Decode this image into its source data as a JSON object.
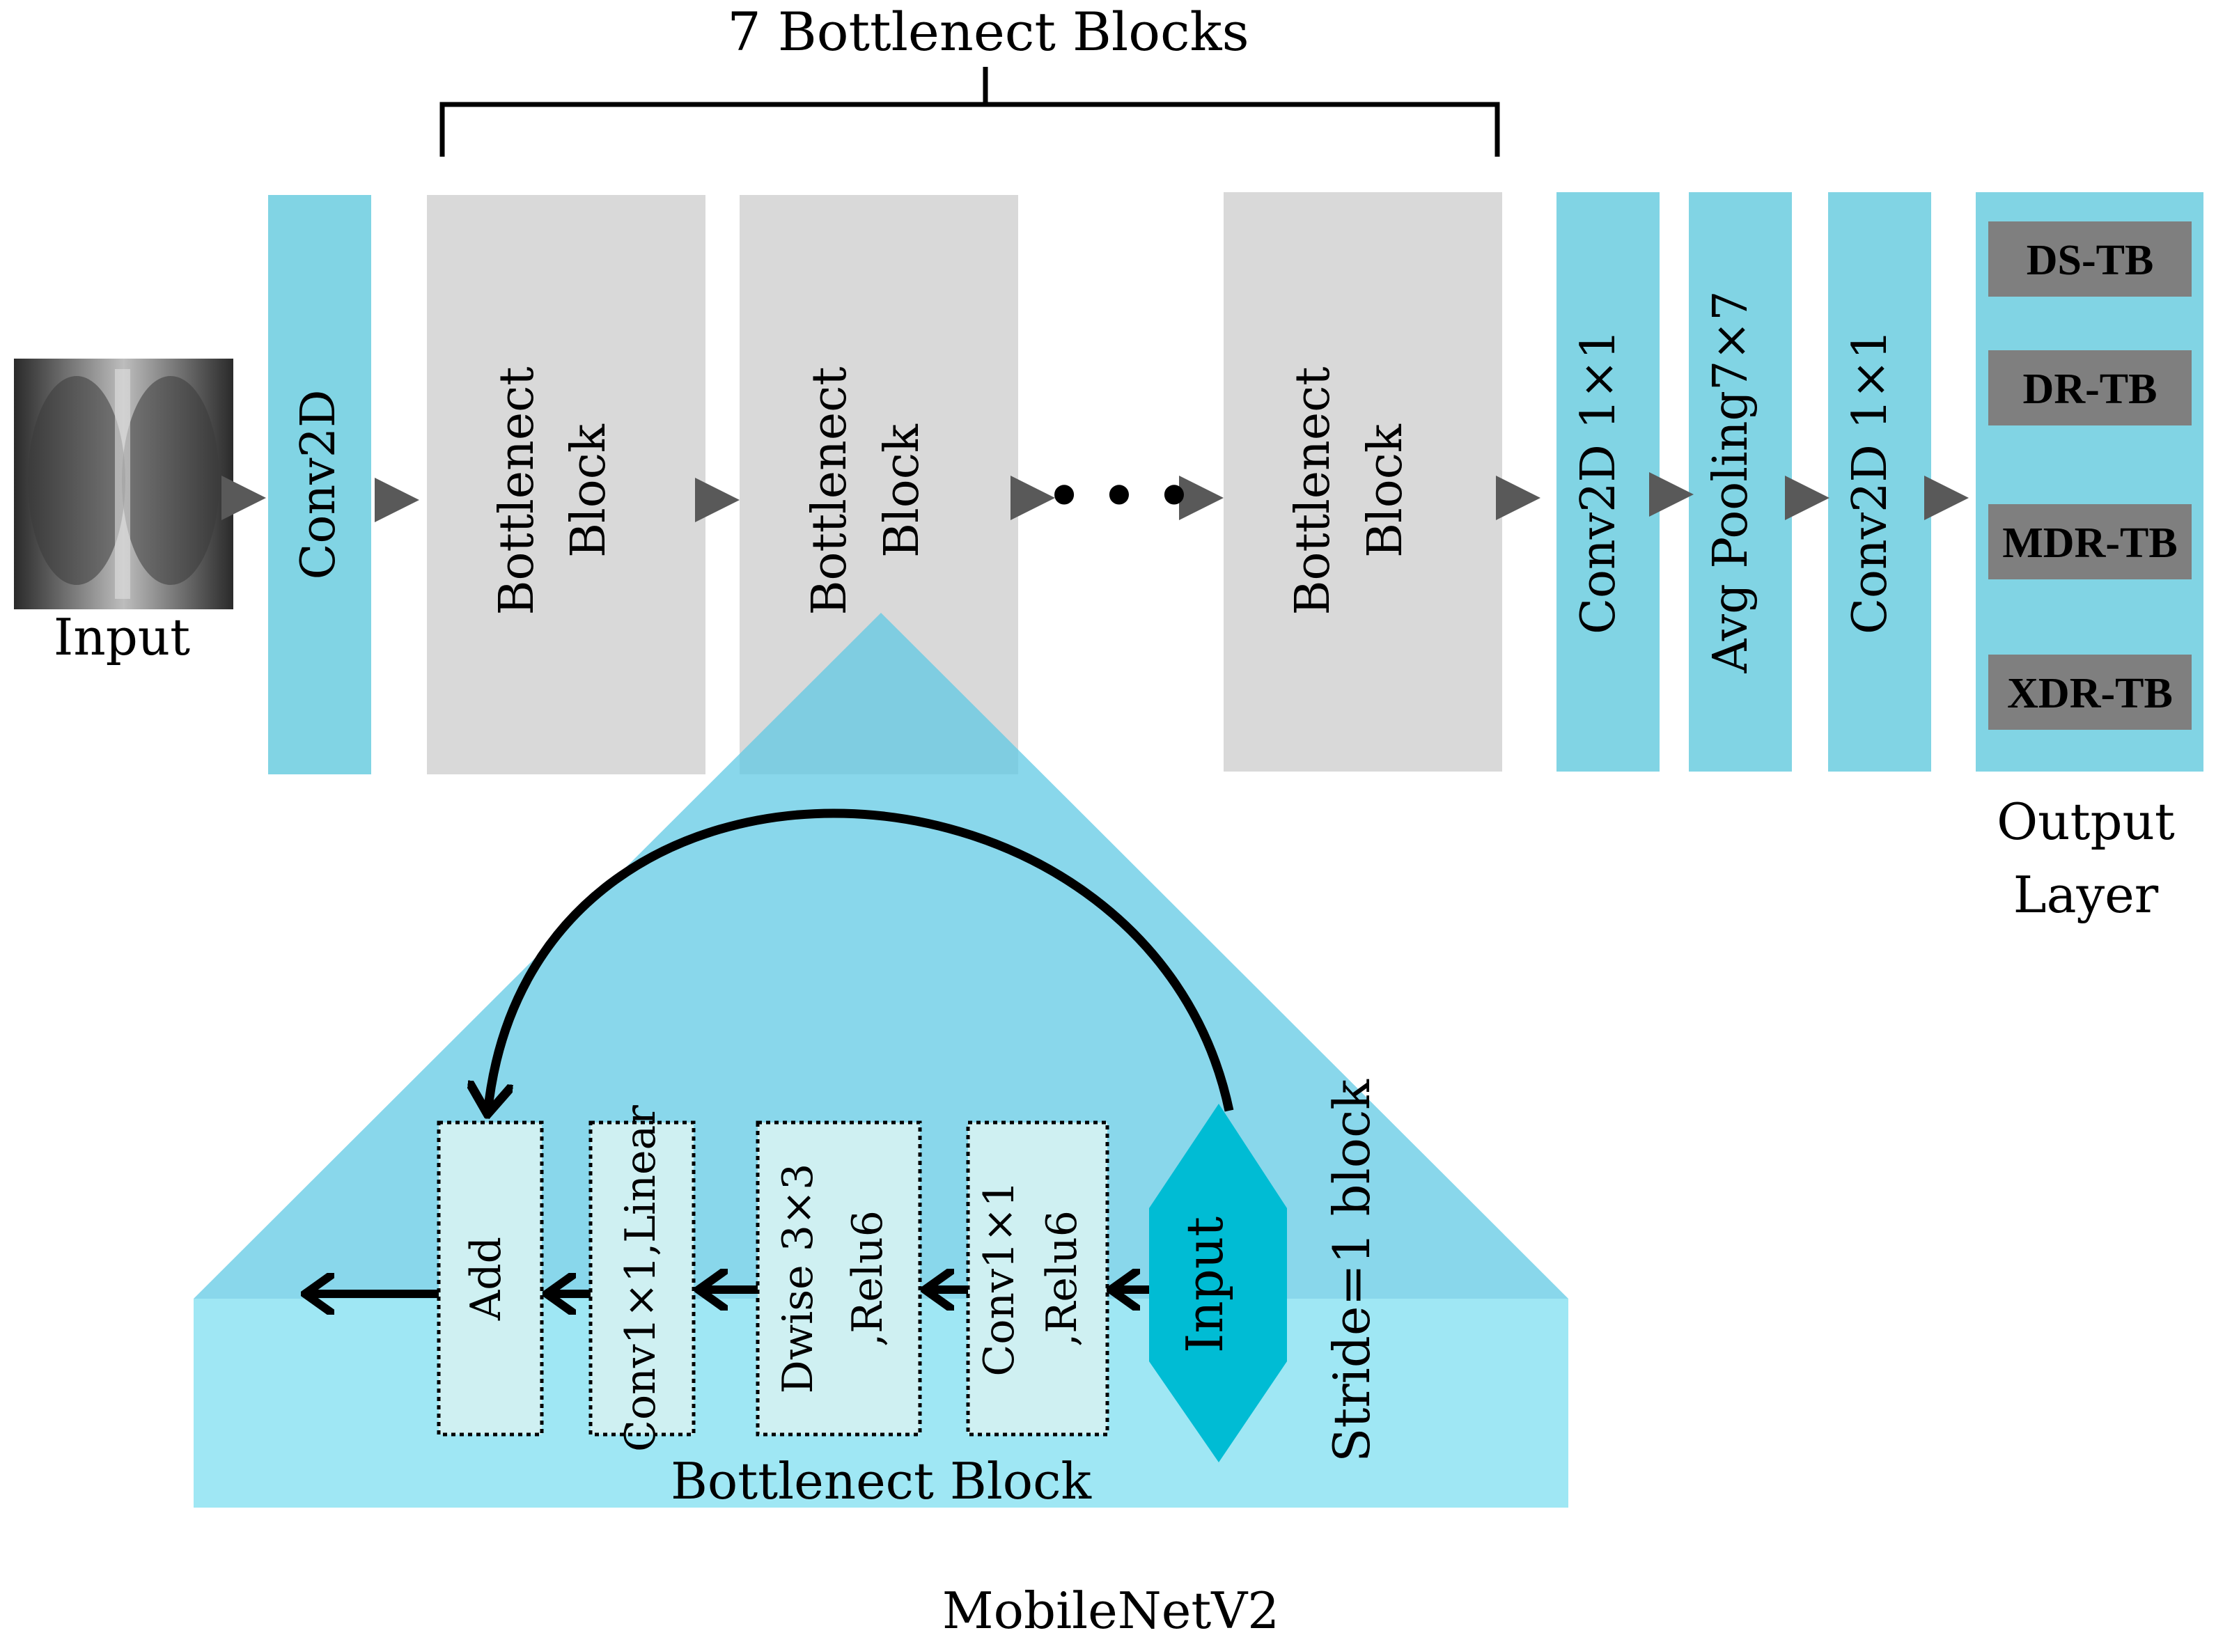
{
  "top_title": "7  Bottlenect  Blocks",
  "input_label": "Input",
  "conv2d": "Conv2D",
  "bottleneck_line1": "Bottlenect",
  "bottleneck_line2": "Block",
  "ellipsis": "• • •",
  "conv1x1_a": "Conv2D 1×1",
  "avg_pool": "Avg Pooling7×7",
  "conv1x1_b": "Conv2D 1×1",
  "classes": [
    "DS-TB",
    "DR-TB",
    "MDR-TB",
    "XDR-TB"
  ],
  "output_line1": "Output",
  "output_line2": "Layer",
  "inner": {
    "add": "Add",
    "conv_linear": "Conv1×1,Linear",
    "dwise_line1": "Dwise 3×3",
    "dwise_line2": ",Relu6",
    "conv_relu_line1": "Conv1×1",
    "conv_relu_line2": ",Relu6",
    "input": "Input",
    "stride": "Stride=1 block",
    "block_label": "Bottlenect Block"
  },
  "footer": "MobileNetV2",
  "colors": {
    "teal": "#81d4e4",
    "gray": "#d9d9d9",
    "triangle": "#5bc8e3",
    "band": "#9fe7f4",
    "inner_box": "#cff0f2",
    "hexagon": "#00bcd4",
    "class_box": "#7f7f7f",
    "arrow": "#595959"
  }
}
